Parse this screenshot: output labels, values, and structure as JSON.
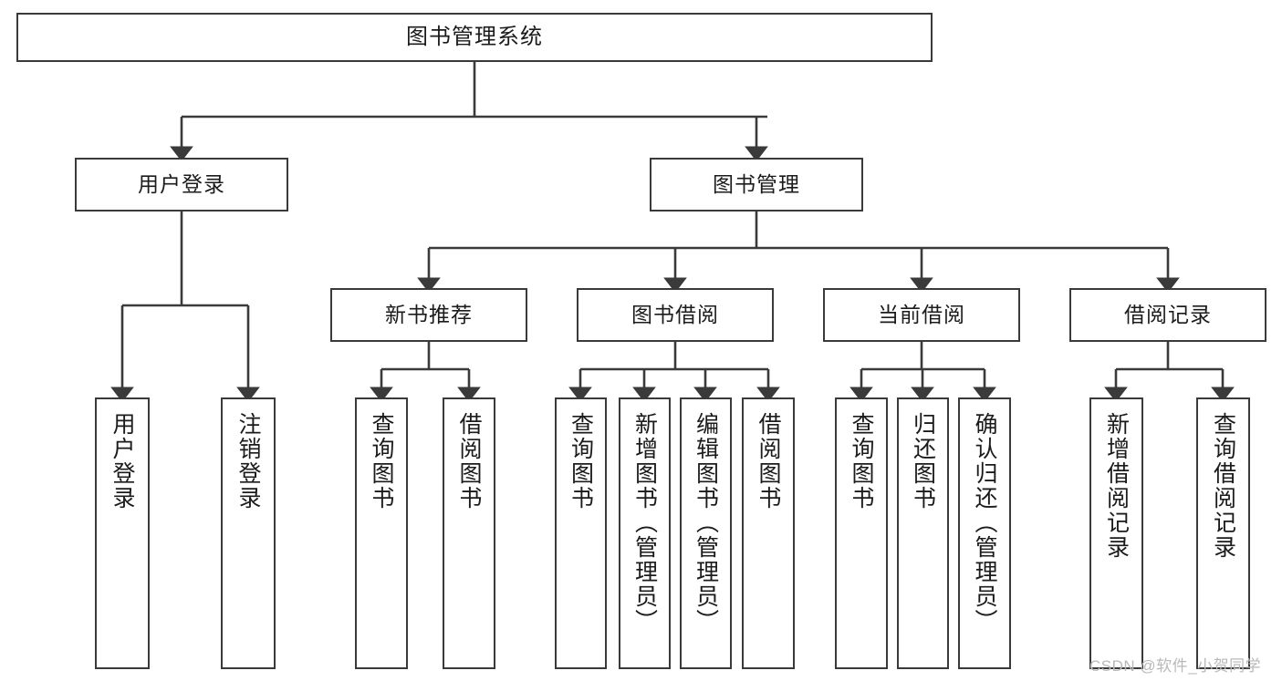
{
  "diagram": {
    "title": "图书管理系统",
    "type": "tree-hierarchy-chart",
    "orientation": "top-down",
    "colors": {
      "box_border": "#3a3a3a",
      "box_fill": "#ffffff",
      "edge": "#3a3a3a",
      "text": "#1b1b1b",
      "watermark": "#b9b9b9"
    }
  },
  "nodes": {
    "root": {
      "label": "图书管理系统"
    },
    "level2": [
      {
        "id": "user-login",
        "label": "用户登录"
      },
      {
        "id": "book-management",
        "label": "图书管理"
      }
    ],
    "level3": [
      {
        "id": "new-book-recommend",
        "label": "新书推荐"
      },
      {
        "id": "book-borrow",
        "label": "图书借阅"
      },
      {
        "id": "current-borrow",
        "label": "当前借阅"
      },
      {
        "id": "borrow-record",
        "label": "借阅记录"
      }
    ],
    "leaves": {
      "user-login": [
        {
          "id": "user-login-leaf",
          "label": "用户登录"
        },
        {
          "id": "logout-leaf",
          "label": "注销登录"
        }
      ],
      "new-book-recommend": [
        {
          "id": "query-book-1",
          "label": "查询图书"
        },
        {
          "id": "borrow-book-1",
          "label": "借阅图书"
        }
      ],
      "book-borrow": [
        {
          "id": "query-book-2",
          "label": "查询图书"
        },
        {
          "id": "add-book",
          "label": "新增图书（管理员）"
        },
        {
          "id": "edit-book",
          "label": "编辑图书（管理员）"
        },
        {
          "id": "borrow-book-2",
          "label": "借阅图书"
        }
      ],
      "current-borrow": [
        {
          "id": "query-book-3",
          "label": "查询图书"
        },
        {
          "id": "return-book",
          "label": "归还图书"
        },
        {
          "id": "confirm-return",
          "label": "确认归还（管理员）"
        }
      ],
      "borrow-record": [
        {
          "id": "add-borrow-record",
          "label": "新增借阅记录"
        },
        {
          "id": "query-borrow-record",
          "label": "查询借阅记录"
        }
      ]
    }
  },
  "watermark": {
    "text": "CSDN @软件_小贺同学"
  }
}
